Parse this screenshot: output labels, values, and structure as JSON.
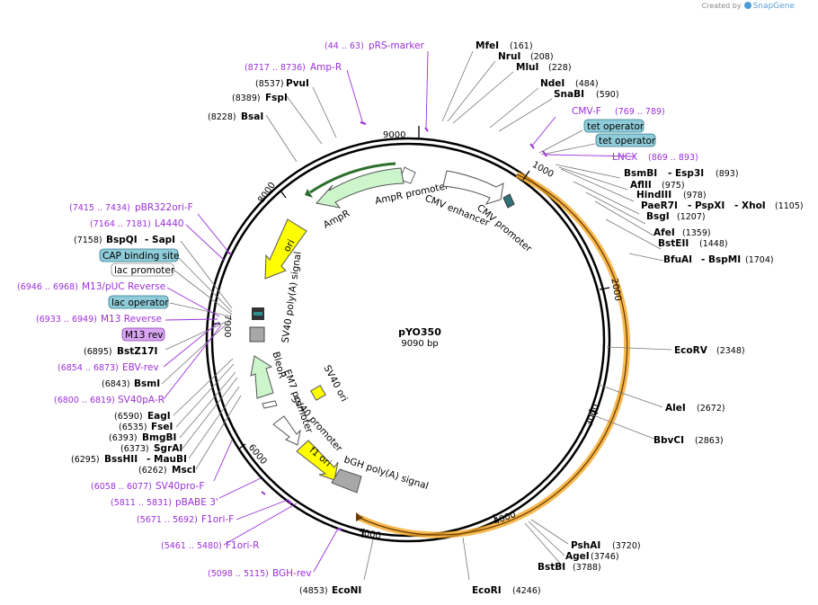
{
  "credit": {
    "prefix": "Created by",
    "brand": "SnapGene"
  },
  "plasmid": {
    "name": "pYO350",
    "size": "9090 bp"
  },
  "ticks": [
    "1000",
    "2000",
    "3000",
    "4000",
    "5000",
    "6000",
    "7000",
    "8000",
    "9000"
  ],
  "features": {
    "ampr_promoter": "AmpR promoter",
    "ampr": "AmpR",
    "cmv_enhancer": "CMV enhancer",
    "cmv_promoter": "CMV promoter",
    "ori": "ori",
    "sv40_polya": "SV40 poly(A) signal",
    "em7_promoter": "EM7 promoter",
    "bleor": "BleoR",
    "sv40_ori": "SV40 ori",
    "sv40_promoter": "SV40 promoter",
    "f1_ori": "f1 ori",
    "bgh_polya": "bGH poly(A) signal"
  },
  "right_labels": {
    "mfei": "MfeI",
    "mfei_pos": "(161)",
    "nrui": "NruI",
    "nrui_pos": "(208)",
    "mlui": "MluI",
    "mlui_pos": "(228)",
    "ndei": "NdeI",
    "ndei_pos": "(484)",
    "snabi": "SnaBI",
    "snabi_pos": "(590)",
    "cmvf": "CMV-F",
    "cmvf_pos": "(769 .. 789)",
    "tetop1": "tet operator",
    "tetop2": "tet operator",
    "lncx": "LNCX",
    "lncx_pos": "(869 .. 893)",
    "bsmbi": "BsmBI",
    "esp3i": "- Esp3I",
    "bsmbi_pos": "(893)",
    "aflii": "AflII",
    "aflii_pos": "(975)",
    "hindiii": "HindIII",
    "hindiii_pos": "(978)",
    "paer7i": "PaeR7I",
    "pspxi": "- PspXI",
    "xhoi": "- XhoI",
    "paer7i_pos": "(1105)",
    "bsgi": "BsgI",
    "bsgi_pos": "(1207)",
    "afei": "AfeI",
    "afei_pos": "(1359)",
    "bsteii": "BstEII",
    "bsteii_pos": "(1448)",
    "bfuai": "BfuAI",
    "bspmi": "- BspMI",
    "bfuai_pos": "(1704)",
    "ecorv": "EcoRV",
    "ecorv_pos": "(2348)",
    "alei": "AleI",
    "alei_pos": "(2672)",
    "bbvci": "BbvCI",
    "bbvci_pos": "(2863)",
    "pshai": "PshAI",
    "pshai_pos": "(3720)",
    "agei": "AgeI",
    "agei_pos": "(3746)",
    "bstbi": "BstBI",
    "bstbi_pos": "(3788)",
    "ecori": "EcoRI",
    "ecori_pos": "(4246)"
  },
  "left_labels": {
    "prs": "pRS-marker",
    "prs_pos": "(44 .. 63)",
    "ampr_p": "Amp-R",
    "ampr_p_pos": "(8717 .. 8736)",
    "pvui": "PvuI",
    "pvui_pos": "(8537)",
    "fspi": "FspI",
    "fspi_pos": "(8389)",
    "bsai": "BsaI",
    "bsai_pos": "(8228)",
    "pbr": "pBR322ori-F",
    "pbr_pos": "(7415 .. 7434)",
    "l4440": "L4440",
    "l4440_pos": "(7164 .. 7181)",
    "bspqi": "BspQI",
    "sapi": "- SapI",
    "bspqi_pos": "(7158)",
    "cap": "CAP binding site",
    "lacprom": "lac promoter",
    "m13puc": "M13/pUC Reverse",
    "m13puc_pos": "(6946 .. 6968)",
    "lacop": "lac operator",
    "m13rev_p": "M13 Reverse",
    "m13rev_p_pos": "(6933 .. 6949)",
    "m13rev": "M13 rev",
    "bstz17i": "BstZ17I",
    "bstz17i_pos": "(6895)",
    "ebv": "EBV-rev",
    "ebv_pos": "(6854 .. 6873)",
    "bsmi": "BsmI",
    "bsmi_pos": "(6843)",
    "sv40par": "SV40pA-R",
    "sv40par_pos": "(6800 .. 6819)",
    "eagi": "EagI",
    "eagi_pos": "(6590)",
    "fsei": "FseI",
    "fsei_pos": "(6535)",
    "bmgbi": "BmgBI",
    "bmgbi_pos": "(6393)",
    "sgrai": "SgrAI",
    "sgrai_pos": "(6373)",
    "bsshii": "BssHII",
    "maubi": "- MauBI",
    "bsshii_pos": "(6295)",
    "msci": "MscI",
    "msci_pos": "(6262)",
    "sv40prof": "SV40pro-F",
    "sv40prof_pos": "(6058 .. 6077)",
    "pbabe": "pBABE 3'",
    "pbabe_pos": "(5811 .. 5831)",
    "f1orif": "F1ori-F",
    "f1orif_pos": "(5671 .. 5692)",
    "f1orir": "F1ori-R",
    "f1orir_pos": "(5461 .. 5480)",
    "bghrev": "BGH-rev",
    "bghrev_pos": "(5098 .. 5115)",
    "econi": "EcoNI",
    "econi_pos": "(4853)"
  },
  "colors": {
    "ampr": "#ccf5cc",
    "ori": "#ffff00",
    "promoter": "#ffffff",
    "tetop": "#8fcbd8",
    "m13": "#d9a5f0",
    "primer": "#9b30d9",
    "orange": "#f5a623",
    "cmv_prom_box": "#31737a",
    "gray": "#a8a8a8"
  }
}
